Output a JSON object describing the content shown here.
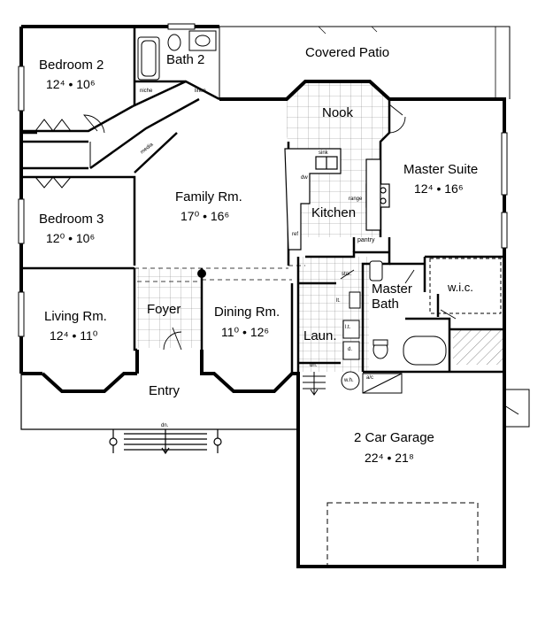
{
  "rooms": {
    "covered_patio": {
      "name": "Covered Patio"
    },
    "bath2": {
      "name": "Bath 2"
    },
    "bedroom2": {
      "name": "Bedroom 2",
      "dim": "12⁴  •  10⁶"
    },
    "nook": {
      "name": "Nook"
    },
    "master_suite": {
      "name": "Master Suite",
      "dim": "12⁴  •  16⁶"
    },
    "family": {
      "name": "Family Rm.",
      "dim": "17⁰  •  16⁶"
    },
    "kitchen": {
      "name": "Kitchen"
    },
    "bedroom3": {
      "name": "Bedroom 3",
      "dim": "12⁰  •  10⁶"
    },
    "master_bath": {
      "name": "Master\nBath"
    },
    "wic": {
      "name": "w.i.c."
    },
    "living": {
      "name": "Living Rm.",
      "dim": "12⁴  •  11⁰"
    },
    "foyer": {
      "name": "Foyer"
    },
    "dining": {
      "name": "Dining Rm.",
      "dim": "11⁰  •  12⁶"
    },
    "laundry": {
      "name": "Laun."
    },
    "entry": {
      "name": "Entry"
    },
    "garage": {
      "name": "2 Car Garage",
      "dim": "22⁴  •  21⁸"
    }
  },
  "fixtures": {
    "niche": "niche",
    "linen": "linen",
    "media": "media",
    "range": "range",
    "sink": "sink",
    "dw": "dw",
    "ref": "ref",
    "pantry": "pantry",
    "stor": "stor.",
    "lt": "lt.",
    "wh": "w.h.",
    "ac": "a/c",
    "dn_stairs": "dn.",
    "dn_entry": "dn.",
    "ldry_tray": "l.t.",
    "dryer": "d."
  }
}
